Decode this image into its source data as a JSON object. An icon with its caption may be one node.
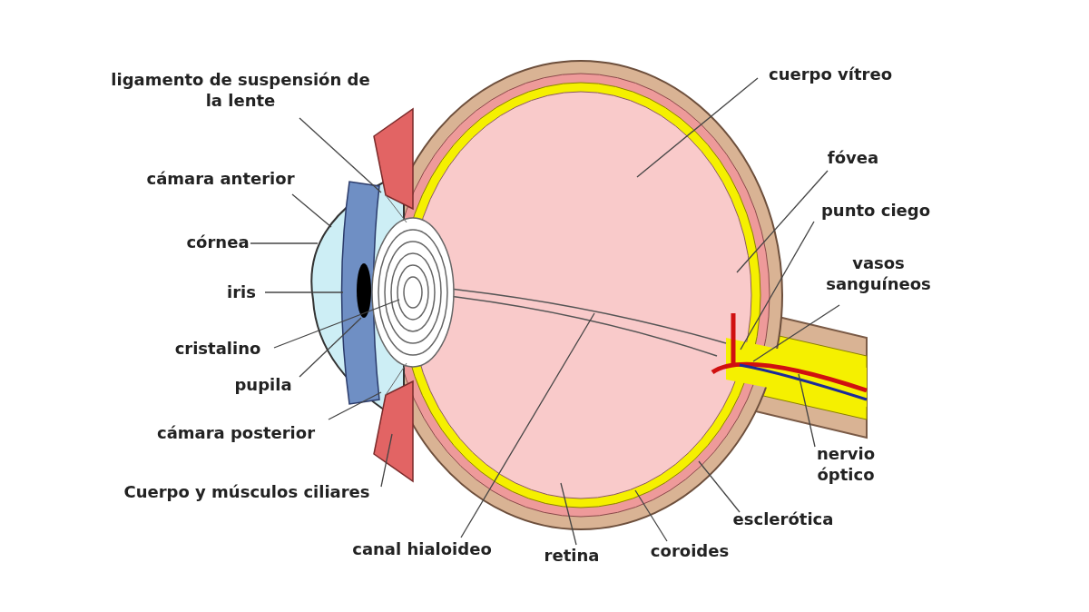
{
  "diagram": {
    "nodes": [
      {
        "text": [
          "ligamento de suspensión de la lente"
        ]
      },
      {
        "text": [
          "cámara anterior"
        ]
      },
      {
        "text": [
          "córnea"
        ]
      },
      {
        "text": [
          "iris"
        ]
      },
      {
        "text": [
          "cristalino"
        ]
      },
      {
        "text": [
          "pupila"
        ]
      },
      {
        "text": [
          "cámara posterior"
        ]
      },
      {
        "text": [
          "Cuerpo y músculos ciliares"
        ]
      },
      {
        "text": [
          "canal hialoideo"
        ]
      },
      {
        "text": [
          "retina"
        ]
      },
      {
        "text": [
          "coroides"
        ]
      },
      {
        "text": [
          "esclerótica"
        ]
      },
      {
        "text": [
          "nervio óptico"
        ]
      },
      {
        "text": [
          "vasos sanguíneos"
        ]
      },
      {
        "text": [
          "punto ciego"
        ]
      },
      {
        "text": [
          "fóvea"
        ]
      },
      {
        "text": [
          "cuerpo vítreo"
        ]
      }
    ],
    "edges": [
      {
        "from": 0,
        "to": null,
        "arrow": "none"
      },
      {
        "from": 1,
        "to": null,
        "arrow": "none"
      },
      {
        "from": 2,
        "to": null,
        "arrow": "none"
      },
      {
        "from": 3,
        "to": null,
        "arrow": "none"
      },
      {
        "from": 4,
        "to": null,
        "arrow": "none"
      },
      {
        "from": 5,
        "to": null,
        "arrow": "none"
      },
      {
        "from": 6,
        "to": null,
        "arrow": "none"
      },
      {
        "from": 7,
        "to": null,
        "arrow": "none"
      },
      {
        "from": 8,
        "to": null,
        "arrow": "none"
      },
      {
        "from": 9,
        "to": null,
        "arrow": "none"
      },
      {
        "from": 10,
        "to": null,
        "arrow": "none"
      },
      {
        "from": 11,
        "to": null,
        "arrow": "none"
      },
      {
        "from": 12,
        "to": null,
        "arrow": "none"
      },
      {
        "from": 13,
        "to": null,
        "arrow": "none"
      },
      {
        "from": 14,
        "to": null,
        "arrow": "none"
      },
      {
        "from": 15,
        "to": null,
        "arrow": "none"
      },
      {
        "from": 16,
        "to": null,
        "arrow": "none"
      }
    ]
  }
}
